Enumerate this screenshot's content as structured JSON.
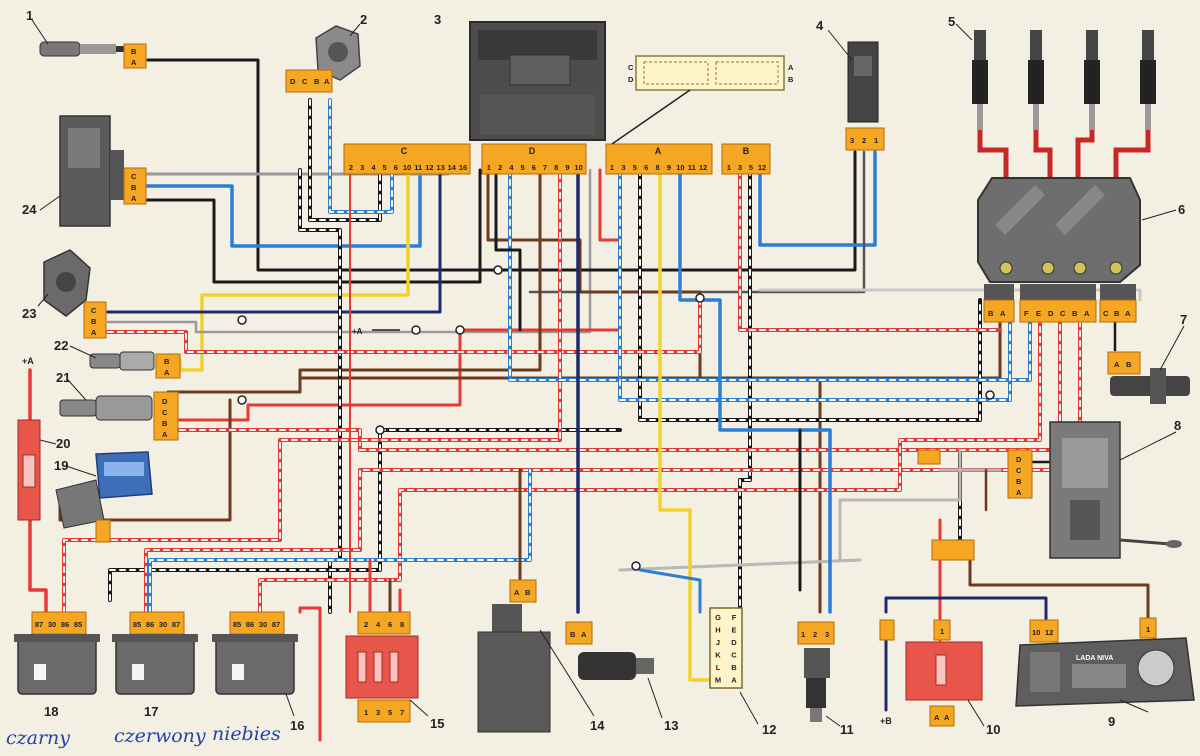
{
  "labels": {
    "c1": "1",
    "c2": "2",
    "c3": "3",
    "c4": "4",
    "c5": "5",
    "c6": "6",
    "c7": "7",
    "c8": "8",
    "c9": "9",
    "c10": "10",
    "c11": "11",
    "c12": "12",
    "c13": "13",
    "c14": "14",
    "c15": "15",
    "c16": "16",
    "c17": "17",
    "c18": "18",
    "c19": "19",
    "c20": "20",
    "c21": "21",
    "c22": "22",
    "c23": "23",
    "c24": "24"
  },
  "ecu_connectors": {
    "c_label": "C",
    "c_pins": [
      "2",
      "3",
      "4",
      "5",
      "6",
      "10",
      "11",
      "12",
      "13",
      "14",
      "16"
    ],
    "d_label": "D",
    "d_pins": [
      "1",
      "2",
      "4",
      "5",
      "6",
      "7",
      "8",
      "9",
      "10"
    ],
    "a_label": "A",
    "a_pins": [
      "1",
      "3",
      "5",
      "6",
      "8",
      "9",
      "10",
      "11",
      "12"
    ],
    "b_label": "B",
    "b_pins": [
      "1",
      "3",
      "5",
      "12"
    ]
  },
  "connector_pins": {
    "c1": [
      "B",
      "A"
    ],
    "c2": [
      "D",
      "C",
      "B",
      "A"
    ],
    "c24": [
      "C",
      "B",
      "A"
    ],
    "c23": [
      "C",
      "B",
      "A"
    ],
    "c22": [
      "B",
      "A"
    ],
    "c21": [
      "D",
      "C",
      "B",
      "A"
    ],
    "c4": [
      "3",
      "2",
      "1"
    ],
    "c6_left": [
      "B",
      "A"
    ],
    "c6_mid": [
      "F",
      "E",
      "D",
      "C",
      "B",
      "A"
    ],
    "c6_right": [
      "C",
      "B",
      "A"
    ],
    "c7": [
      "A",
      "B"
    ],
    "c8": [
      "D",
      "C",
      "B",
      "A"
    ],
    "r18": [
      "87",
      "30",
      "86",
      "85"
    ],
    "r17": [
      "85",
      "86",
      "30",
      "87"
    ],
    "r16": [
      "85",
      "86",
      "30",
      "87"
    ],
    "f15_top": [
      "2",
      "4",
      "6",
      "8"
    ],
    "f15_bottom": [
      "1",
      "3",
      "5",
      "7"
    ],
    "c14": [
      "A",
      "B"
    ],
    "c13": [
      "B",
      "A"
    ],
    "c11": [
      "1",
      "2",
      "3"
    ],
    "c12_left": [
      "G",
      "H",
      "J",
      "K",
      "L",
      "M"
    ],
    "c12_right": [
      "F",
      "E",
      "D",
      "C",
      "B",
      "A"
    ],
    "c10_top": [
      "1"
    ],
    "c10_bottom": [
      "A",
      "A"
    ],
    "c9": [
      "10",
      "12"
    ],
    "c9_right": [
      "1"
    ],
    "c3_side_left": [
      "C",
      "D"
    ],
    "c3_side_right": [
      "A",
      "B"
    ]
  },
  "misc_text": {
    "plus_a_top": "+A",
    "plus_a_mid": "+A",
    "plus_b": "+B",
    "lada": "LADA NIVA"
  },
  "handwriting": {
    "r18": "czarny",
    "r17": "czerwony",
    "r16": "niebies"
  }
}
